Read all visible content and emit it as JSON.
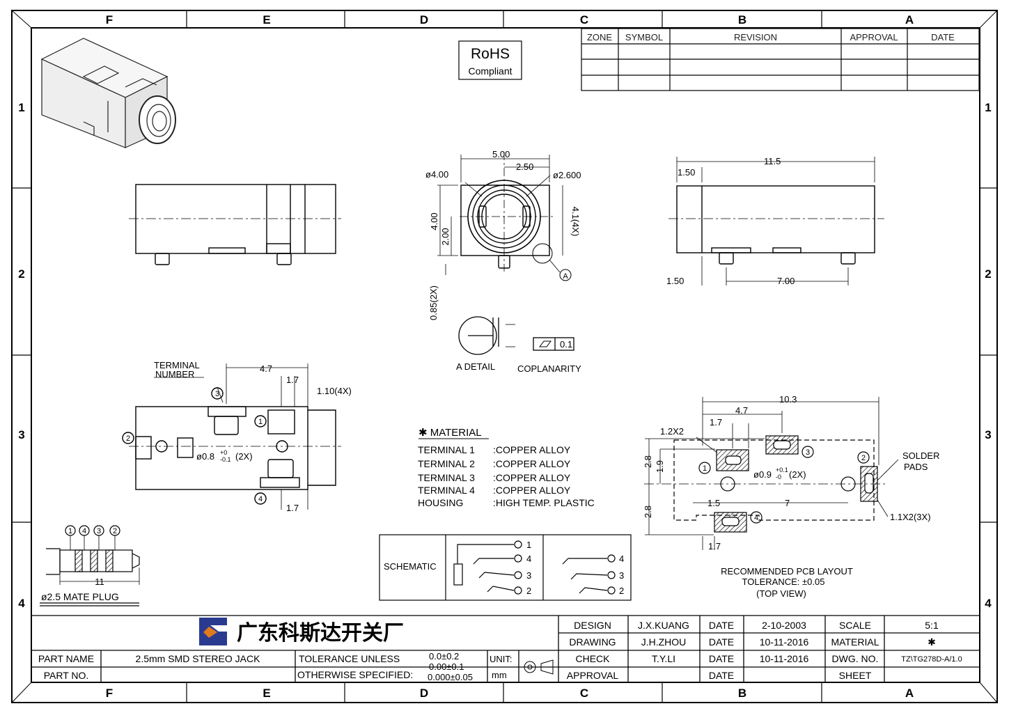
{
  "frame": {
    "columns": [
      "F",
      "E",
      "D",
      "C",
      "B",
      "A"
    ],
    "rows": [
      "1",
      "2",
      "3",
      "4"
    ]
  },
  "rohs": {
    "line1": "RoHS",
    "line2": "Compliant"
  },
  "revision_table": {
    "headers": [
      "ZONE",
      "SYMBOL",
      "REVISION",
      "APPROVAL",
      "DATE"
    ]
  },
  "front_view": {
    "width": "5.00",
    "offset": "2.50",
    "hole_dia": "ø4.00",
    "ring_dia": "ø2.600",
    "height": "4.00",
    "center_h": "2.00",
    "side_h": "4.1(4X)",
    "pin_h": "0.85(2X)",
    "detail_mark": "A"
  },
  "side_view": {
    "length": "11.5",
    "left_off": "1.50",
    "left_off2": "1.50",
    "pin_span": "7.00"
  },
  "detail": {
    "label": "A DETAIL",
    "coplanarity": "COPLANARITY",
    "tol": "0.1"
  },
  "bottom_view": {
    "terminal_label_1": "TERMINAL",
    "terminal_label_2": "NUMBER",
    "dim_a": "4.7",
    "dim_b": "1.7",
    "dim_c": "1.10(4X)",
    "dim_d": "1.7",
    "hole": "ø0.8",
    "hole_tol_up": "+0",
    "hole_tol_dn": "-0.1",
    "hole_qty": "(2X)",
    "terminals": [
      "1",
      "2",
      "3",
      "4"
    ]
  },
  "material": {
    "title": "✱ MATERIAL",
    "rows": [
      {
        "name": "TERMINAL 1",
        "value": ":COPPER ALLOY"
      },
      {
        "name": "TERMINAL 2",
        "value": ":COPPER ALLOY"
      },
      {
        "name": "TERMINAL 3",
        "value": ":COPPER ALLOY"
      },
      {
        "name": "TERMINAL 4",
        "value": ":COPPER ALLOY"
      },
      {
        "name": "HOUSING",
        "value": ":HIGH TEMP. PLASTIC"
      }
    ]
  },
  "pcb_layout": {
    "dim_total": "10.3",
    "dim_a": "4.7",
    "dim_b": "1.7",
    "pad": "1.2X2",
    "dim_v1": "2.8",
    "dim_v2": "1.9",
    "dim_v3": "2.8",
    "dim_h1": "1.5",
    "dim_h2": "7",
    "dim_h3": "1.7",
    "hole": "ø0.9",
    "hole_tol_up": "+0.1",
    "hole_tol_dn": "-0",
    "hole_qty": "(2X)",
    "solder_1": "SOLDER",
    "solder_2": "PADS",
    "pad2": "1.1X2(3X)",
    "caption_1": "RECOMMENDED PCB LAYOUT",
    "caption_2": "TOLERANCE: ±0.05",
    "caption_3": "(TOP VIEW)"
  },
  "mate_plug": {
    "length": "11",
    "label": "ø2.5 MATE PLUG",
    "numbers": [
      "1",
      "4",
      "3",
      "2"
    ]
  },
  "schematic": {
    "label": "SCHEMATIC",
    "pins_left": [
      "1",
      "4",
      "3",
      "2"
    ],
    "pins_right": [
      "4",
      "3",
      "2"
    ]
  },
  "title_block": {
    "company": "广东科斯达开关厂",
    "logo_color": "#2a3a8f",
    "logo_accent": "#e07a1f",
    "design_label": "DESIGN",
    "design_value": "J.X.KUANG",
    "drawing_label": "DRAWING",
    "drawing_value": "J.H.ZHOU",
    "check_label": "CHECK",
    "check_value": "T.Y.LI",
    "approval_label": "APPROVAL",
    "date_label": "DATE",
    "date1": "2-10-2003",
    "date2": "10-11-2016",
    "date3": "10-11-2016",
    "scale_label": "SCALE",
    "scale_value": "5:1",
    "material_label": "MATERIAL",
    "material_value": "✱",
    "dwg_label": "DWG. NO.",
    "dwg_value": "TZ\\TG278D-A/1.0",
    "sheet_label": "SHEET",
    "part_name_label": "PART NAME",
    "part_name_value": "2.5mm SMD STEREO JACK",
    "part_no_label": "PART NO.",
    "tol_line1": "TOLERANCE UNLESS",
    "tol_line2": "OTHERWISE SPECIFIED:",
    "tol_v1": "0.0±0.2",
    "tol_v2": "0.00±0.1",
    "tol_v3": "0.000±0.05",
    "unit_label": "UNIT:",
    "unit_value": "mm"
  }
}
